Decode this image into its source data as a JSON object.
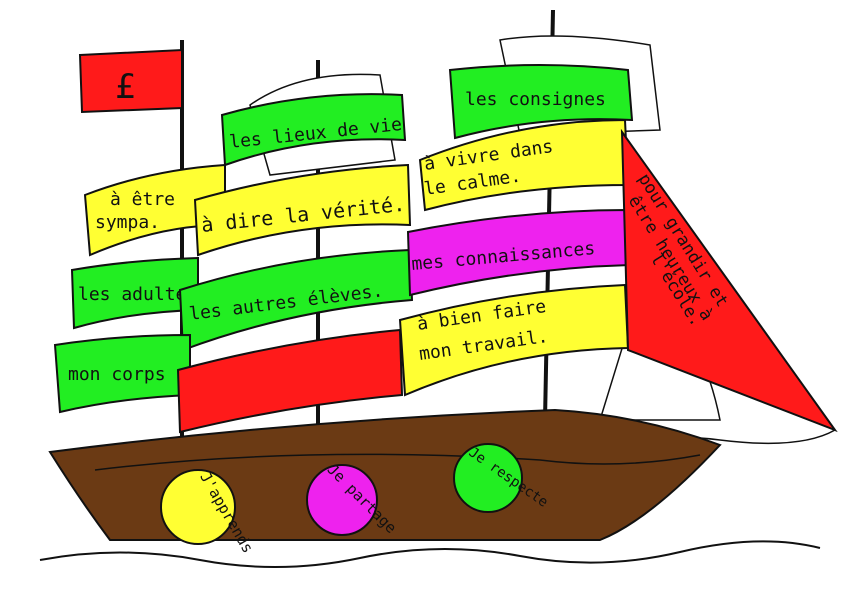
{
  "colors": {
    "green": "#22ee22",
    "yellow": "#ffff33",
    "red": "#ff1a1a",
    "magenta": "#ee22ee",
    "hull": "#6b3a14",
    "outline": "#111111"
  },
  "flag": {
    "symbol": "£"
  },
  "sails": {
    "top_left": "les lieux de vie",
    "top_right": "les consignes",
    "mid_1_left": "à être",
    "mid_1_left_2": "sympa.",
    "mid_1_center": "à dire la vérité.",
    "mid_1_right_1": "à vivre dans",
    "mid_1_right_2": "le calme.",
    "row2_left": "les adultes",
    "row2_center": "les autres élèves.",
    "row2_right": "mes connaissances",
    "row3_left": "mon corps",
    "row3_right_1": "à bien faire",
    "row3_right_2": "mon travail.",
    "jib_1": "pour grandir et",
    "jib_2": "être heureux à",
    "jib_3": "l'école."
  },
  "portholes": {
    "left": "J'apprends",
    "center": "Je partage",
    "right": "Je respecte"
  }
}
